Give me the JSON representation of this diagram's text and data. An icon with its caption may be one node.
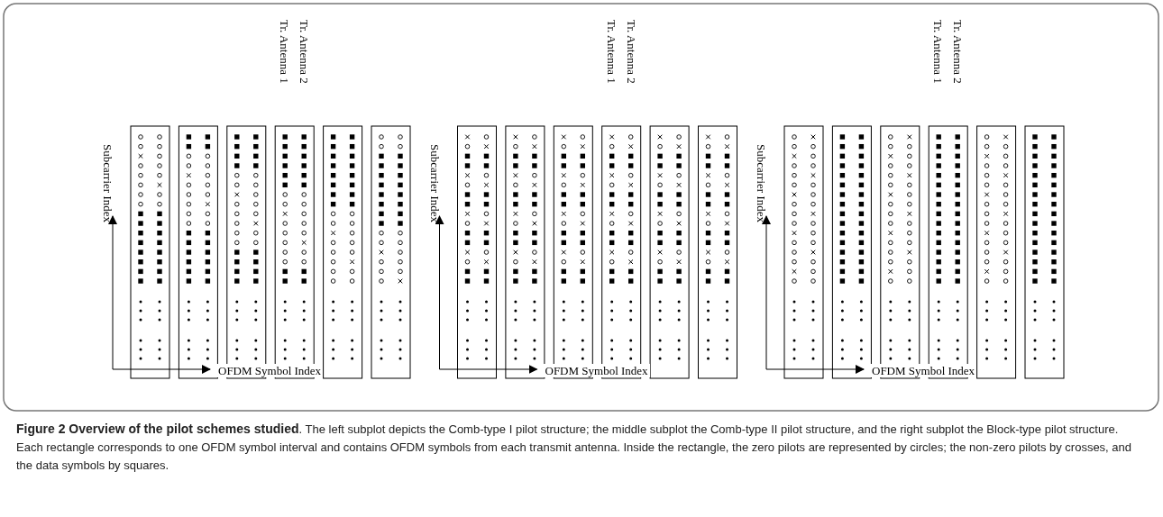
{
  "diagram": {
    "caption": "**Figure 2 Overview of the pilot schemes studied**. The left subplot depicts the Comb-type I pilot structure; the middle subplot the Comb-type II pilot structure, and the right subplot the Block-type pilot structure. Each rectangle corresponds to one OFDM symbol interval and contains OFDM symbols from each transmit antenna. Inside the rectangle, the zero pilots are represented by circles; the non-zero pilots by crosses, and the data symbols by squares.",
    "labels": [
      "Tr. Antenna 1",
      "Tr. Antenna 2",
      "Subcarrier Index",
      "OFDM Symbol Index",
      "Tr. Antenna 1",
      "Tr. Antenna 2",
      "Subcarrier Index",
      "OFDM Symbol Index",
      "Tr. Antenna 1",
      "Tr. Antenna 2",
      "Subcarrier Index",
      "OFDM Symbol Index"
    ]
  }
}
